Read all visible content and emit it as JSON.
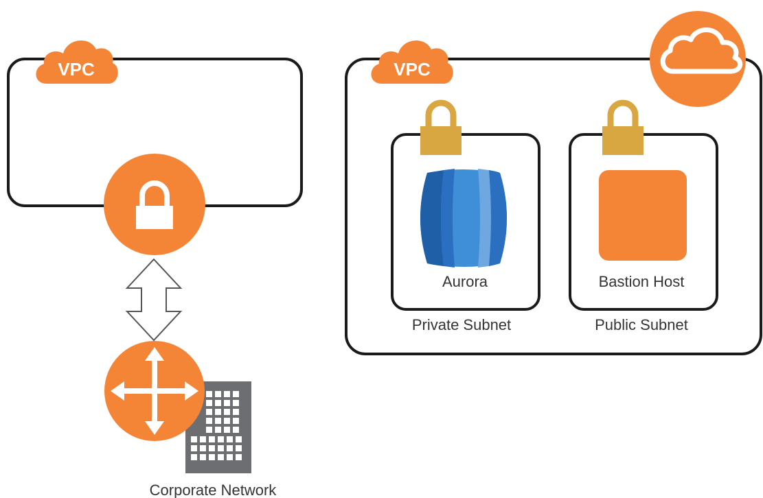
{
  "colors": {
    "orange": "#F58536",
    "orange_dark": "#E0701E",
    "lock_gold": "#D9A741",
    "aurora_light": "#3F8FD8",
    "aurora_dark": "#1F5FA8",
    "outline": "#1a1a1a",
    "building": "#6d6e71"
  },
  "icons": {
    "vpc_badge": "cloud-badge-icon",
    "cloud": "aws-cloud-icon",
    "vpn_gateway": "lock-icon",
    "subnet_lock": "padlock-icon",
    "database": "aurora-database-icon",
    "instance": "ec2-instance-icon",
    "router": "router-arrows-icon",
    "building": "office-building-icon",
    "connection": "double-arrow-icon"
  },
  "left_vpc": {
    "badge": "VPC"
  },
  "right_vpc": {
    "badge": "VPC",
    "private_subnet": {
      "resource": "Aurora",
      "caption": "Private Subnet"
    },
    "public_subnet": {
      "resource": "Bastion Host",
      "caption": "Public Subnet"
    }
  },
  "corporate": {
    "caption": "Corporate Network"
  }
}
